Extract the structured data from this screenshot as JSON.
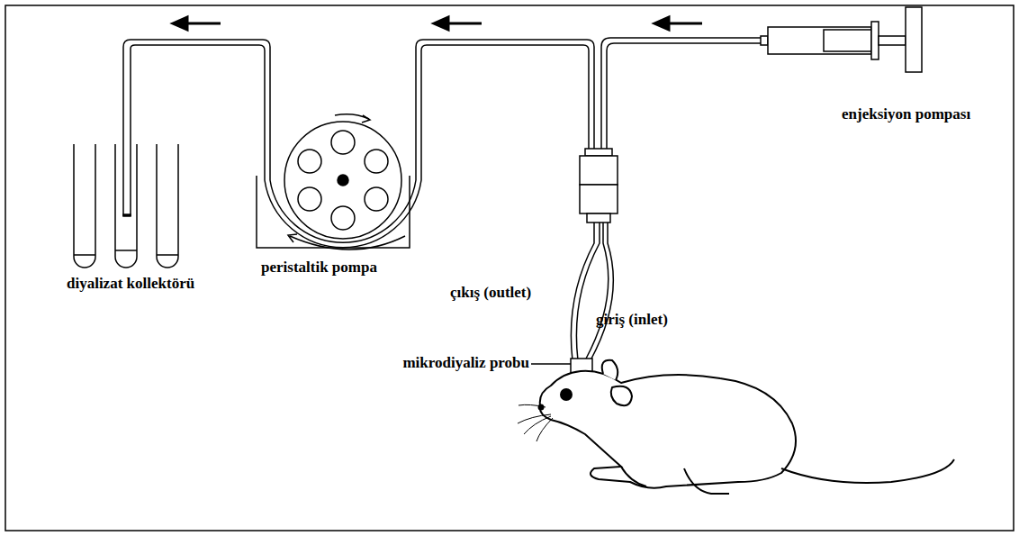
{
  "diagram": {
    "labels": [
      "enjeksiyon pompası",
      "diyalizat kollektörü",
      "peristaltik pompa",
      "çıkış (outlet)",
      "giriş (inlet)",
      "mikrodiyaliz probu"
    ]
  }
}
